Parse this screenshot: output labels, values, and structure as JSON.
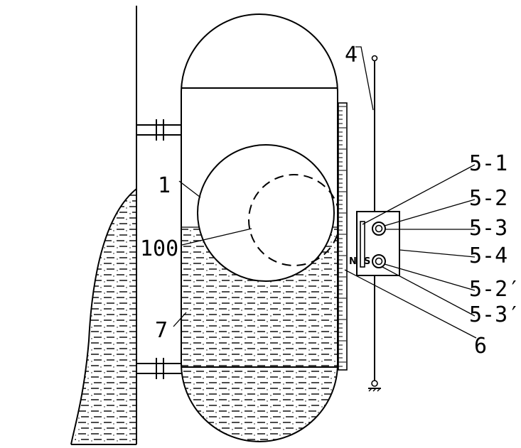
{
  "labels": {
    "l_4": "4",
    "l_5_1": "5-1",
    "l_5_2": "5-2",
    "l_5_3": "5-3",
    "l_5_4": "5-4",
    "l_5_2p": "5-2′",
    "l_5_3p": "5-3′",
    "l_6": "6",
    "l_1": "1",
    "l_100": "100",
    "l_7": "7",
    "pole_n": "N",
    "pole_s": "S"
  }
}
